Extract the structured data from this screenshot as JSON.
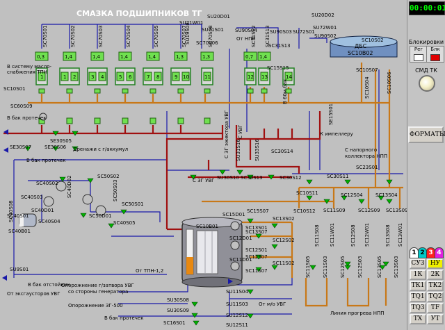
{
  "screen_title": "СМАЗКА ПОДШИПНИКОВ ТГ",
  "clock": "00:00:01",
  "side": {
    "blk_title": "Блокировки",
    "blk_reg": "Рег",
    "blk_blk": "Блк",
    "smd_title": "СМД ТК",
    "formaty": "ФОРМАТЫ",
    "pages": [
      "1",
      "2",
      "3",
      "4"
    ],
    "nav": [
      [
        "СУЗ",
        "НУ"
      ],
      [
        "1К",
        "2К"
      ],
      [
        "ТК1",
        "ТК2"
      ],
      [
        "ТQ1",
        "ТQ2"
      ],
      [
        "ТQ3",
        "ТF"
      ],
      [
        "ТХ",
        "УТ"
      ]
    ]
  },
  "colors": {
    "background": "#c0c0c0",
    "pipe_main": "#c87818",
    "pipe_return": "#a01010",
    "pipe_blue": "#1818a8",
    "equipment": "#70e050",
    "valve": "#00a000",
    "text": "#000000"
  },
  "bearings": [
    {
      "tag": "SC70S01",
      "value": "0,3",
      "n": [
        "1"
      ]
    },
    {
      "tag": "SC70S02",
      "value": "1,4",
      "n": [
        "1",
        "2"
      ]
    },
    {
      "tag": "SC70S03",
      "value": "1,4",
      "n": [
        "3",
        "4"
      ]
    },
    {
      "tag": "SC70S04",
      "value": "1,4",
      "n": [
        "5",
        "6"
      ]
    },
    {
      "tag": "SC70S05",
      "value": "1,4",
      "n": [
        "7",
        "8"
      ]
    },
    {
      "tag": "SC70S07",
      "value": "1,3",
      "n": [
        "9",
        "10"
      ]
    },
    {
      "tag": "SC70S08",
      "value": "1,3",
      "n": [
        "11"
      ]
    },
    {
      "tag": "SC31S12",
      "value": "0,7",
      "n": [
        "12"
      ]
    },
    {
      "tag": "SC31S13",
      "value": "1,4",
      "n": [
        "13"
      ]
    },
    {
      "tag": "",
      "value": "",
      "n": [
        "14"
      ]
    }
  ],
  "tank_dbs": {
    "label": "ДБС",
    "tag": "SC10B02"
  },
  "tank_main": {
    "tag": "SC10B01"
  },
  "tank_small": {
    "tag": "SC40B01"
  },
  "labels": {
    "su20d01": "SU20D01",
    "su71w01": "SU71W01",
    "su71s01": "SU71S01",
    "su90s04": "SU90S04",
    "su20d02": "SU20D02",
    "su72w01": "SU72W01",
    "su90s02": "SU90S02",
    "su90s03": "SU90S03",
    "su72s01": "SU72S01",
    "su19s08": "SU19S08",
    "su70s06": "SC70S06",
    "ot_npp": "От НПП",
    "sc31s13": "SC31S13",
    "sc15s15": "SC15S15",
    "v_60u": "В 60м бак",
    "sistema": "В систему масло-",
    "snabzh": "снабжения ТПН",
    "sc10s01": "SC10S01",
    "sc60s09": "SC60S09",
    "v_bak_protechek": "В бак протечек",
    "se30s05": "SE30S05",
    "se30s07": "SE30S07",
    "se30s06": "SE30S06",
    "drenazh": "Дренажи с г/аккумул",
    "v_bak_protechek2": "В бак протечек",
    "sc3g_uvg": "С ЗГ эжектора УВГ",
    "s_uvg": "С УВГ",
    "su31s16": "SU31S16",
    "su33s16": "SU33S16",
    "sc30s14": "SC30S14",
    "k_impelleru": "К импеллеру",
    "se15s01": "SE15S01",
    "sc10s07": "SC10S07",
    "sc10s04": "SC10S04",
    "sc10s02": "SC10S02",
    "sc10s06": "SC10S06",
    "s_napornogo": "С напорного",
    "kollektora": "коллектора НПП",
    "sc23s01": "SC23S01",
    "s_3g_uvg": "С ЗГ УВГ",
    "su30s10": "SU30S10",
    "sc30s13": "SC30S13",
    "sc30s12": "SC30S12",
    "sc30s11": "SC30S11",
    "sc40s02": "SC40S02",
    "sc40s03": "SC40S03",
    "sc40d02": "SC40D02",
    "sc50s02": "SC50S02",
    "sc50s03": "SC50S03",
    "sc50s01": "SC50S01",
    "sc50d01": "SC50D01",
    "sc40d01": "SC40D01",
    "sc40s04": "SC40S04",
    "sc40s05": "SC40S05",
    "sc40s01": "SC40S01",
    "sc40s08": "SC40S08",
    "sc10s11": "SC10S11",
    "sc12s04": "SC12S04",
    "sc13s04": "SC13S04",
    "sc15d01": "SC15D01",
    "sc15s07": "SC15S07",
    "sc10s12": "SC10S12",
    "sc13s02": "SC13S02",
    "sc13s01": "SC13S01",
    "sc12d01": "SC12D01",
    "sc12s02": "SC12S02",
    "sc12s01": "SC12S01",
    "sc11d01": "SC11D01",
    "sc11s02": "SC11S02",
    "sc11s07": "SC11S07",
    "sc12s07": "SC12S07",
    "sc13s07": "SC13S07",
    "sc11s09": "SC11S09",
    "sc12s09": "SC12S09",
    "sc13s09": "SC13S09",
    "sc11s08": "SC11S08",
    "sc12s08": "SC12S08",
    "sc13s08": "SC13S08",
    "sc11w01": "SC11W01",
    "sc12w01": "SC12W01",
    "sc13w01": "SC13W01",
    "sc11s05": "SC11S05",
    "sc12s05": "SC12S05",
    "sc13s05": "SC13S05",
    "sc11s03": "SC11S03",
    "sc12s03": "SC12S03",
    "sc13s03": "SC13S03",
    "ot_tpn": "От ТПН-1,2",
    "su9s01": "SU9S01",
    "v_bak_otstoy": "В бак отстойник",
    "ot_eks": "От эксгаусторов УВГ",
    "oporozh1": "Опорожнение г/затвора УВГ",
    "oporozh1b": "со стороны генератора",
    "oporozh2": "Опорожнение ЗГ-500",
    "v_bak_protechek3": "В бак протечек",
    "su30s08": "SU30S08",
    "su30s09": "SU30S09",
    "sc16s01": "SC16S01",
    "su11s04": "SU11S04",
    "su11s03": "SU11S03",
    "ot_mo_uvg": "От м/о УВГ",
    "su12s12": "SU12S12",
    "su12s11": "SU12S11",
    "liniya": "Линия прогрева НПП"
  }
}
